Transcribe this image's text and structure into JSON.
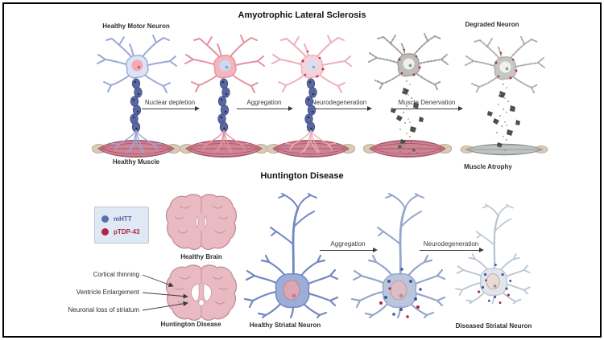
{
  "als": {
    "title": "Amyotrophic Lateral Sclerosis",
    "neuron_start_label": "Healthy Motor Neuron",
    "neuron_end_label": "Degraded Neuron",
    "muscle_start_label": "Healthy Muscle",
    "muscle_end_label": "Muscle Atrophy",
    "stages": [
      "Nuclear depletion",
      "Aggregation",
      "Neurodegeneration",
      "Muscle Denervation"
    ]
  },
  "hd": {
    "title": "Huntington Disease",
    "legend": {
      "items": [
        {
          "label": "mHTT",
          "color": "#5b6fb0"
        },
        {
          "label": "pTDP-43",
          "color": "#b02343"
        }
      ]
    },
    "brain_top_label": "Healthy Brain",
    "brain_bottom_label": "Huntington Disease",
    "callouts": [
      "Cortical thinning",
      "Ventricle Enlargement",
      "Neuronal loss of striatum"
    ],
    "neuron_start_label": "Healthy Striatal Neuron",
    "neuron_end_label": "Diseased Striatal Neuron",
    "stages": [
      "Aggregation",
      "Neurodegeneration"
    ]
  },
  "colors": {
    "healthy_neuron_blue": "#9aa8d6",
    "diseased_neuron_pink": "#e2929f",
    "myelin_blue": "#5a68a2",
    "muscle_pink": "#cf8494",
    "muscle_atrophy_gray": "#bfc4c0",
    "degraded_gray": "#9e9e9a",
    "brain_pink": "#e9bac1",
    "striatal_blue": "#9cadd8",
    "mhtt_blue": "#5b6fb0",
    "ptdp43_red": "#b02343",
    "frame_border": "#000000"
  }
}
